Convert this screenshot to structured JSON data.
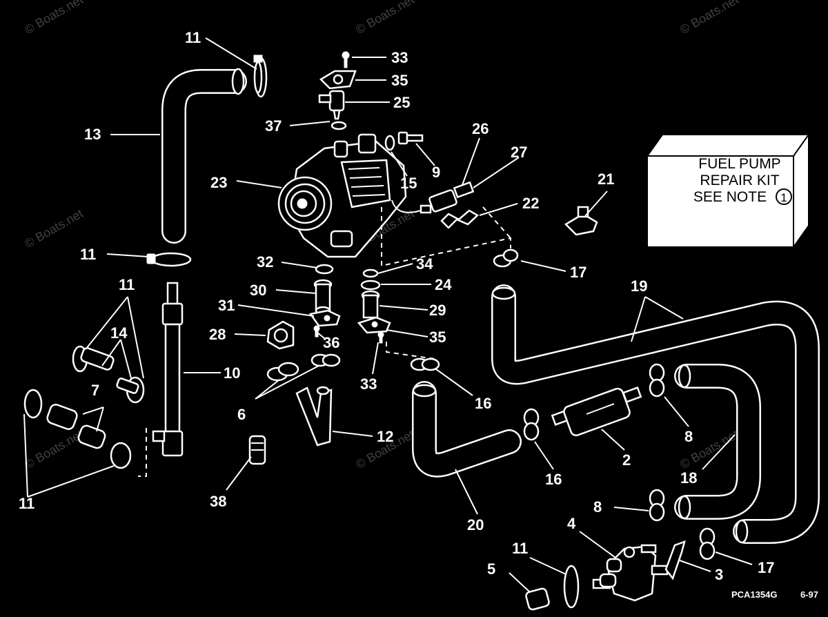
{
  "diagram": {
    "watermark": "© Boats.net",
    "drawing_code": "PCA1354G",
    "date_code": "6-97",
    "note_box": {
      "line1": "FUEL PUMP",
      "line2": "REPAIR KIT",
      "line3": "SEE NOTE",
      "note_number": "1"
    },
    "callouts": [
      {
        "id": "c11a",
        "text": "11"
      },
      {
        "id": "c33a",
        "text": "33"
      },
      {
        "id": "c35a",
        "text": "35"
      },
      {
        "id": "c25",
        "text": "25"
      },
      {
        "id": "c37",
        "text": "37"
      },
      {
        "id": "c13",
        "text": "13"
      },
      {
        "id": "c26",
        "text": "26"
      },
      {
        "id": "c27",
        "text": "27"
      },
      {
        "id": "c9",
        "text": "9"
      },
      {
        "id": "c15",
        "text": "15"
      },
      {
        "id": "c23",
        "text": "23"
      },
      {
        "id": "c21",
        "text": "21"
      },
      {
        "id": "c22",
        "text": "22"
      },
      {
        "id": "c11b",
        "text": "11"
      },
      {
        "id": "c32",
        "text": "32"
      },
      {
        "id": "c34",
        "text": "34"
      },
      {
        "id": "c17a",
        "text": "17"
      },
      {
        "id": "c19",
        "text": "19"
      },
      {
        "id": "c30",
        "text": "30"
      },
      {
        "id": "c24",
        "text": "24"
      },
      {
        "id": "c11c",
        "text": "11"
      },
      {
        "id": "c31",
        "text": "31"
      },
      {
        "id": "c29",
        "text": "29"
      },
      {
        "id": "c14",
        "text": "14"
      },
      {
        "id": "c28",
        "text": "28"
      },
      {
        "id": "c36",
        "text": "36"
      },
      {
        "id": "c35b",
        "text": "35"
      },
      {
        "id": "c10",
        "text": "10"
      },
      {
        "id": "c7",
        "text": "7"
      },
      {
        "id": "c33b",
        "text": "33"
      },
      {
        "id": "c16a",
        "text": "16"
      },
      {
        "id": "c6",
        "text": "6"
      },
      {
        "id": "c8a",
        "text": "8"
      },
      {
        "id": "c12",
        "text": "12"
      },
      {
        "id": "c2",
        "text": "2"
      },
      {
        "id": "c16b",
        "text": "16"
      },
      {
        "id": "c18",
        "text": "18"
      },
      {
        "id": "c11d",
        "text": "11"
      },
      {
        "id": "c38",
        "text": "38"
      },
      {
        "id": "c20",
        "text": "20"
      },
      {
        "id": "c8b",
        "text": "8"
      },
      {
        "id": "c4",
        "text": "4"
      },
      {
        "id": "c11e",
        "text": "11"
      },
      {
        "id": "c5",
        "text": "5"
      },
      {
        "id": "c3",
        "text": "3"
      },
      {
        "id": "c17b",
        "text": "17"
      }
    ]
  }
}
